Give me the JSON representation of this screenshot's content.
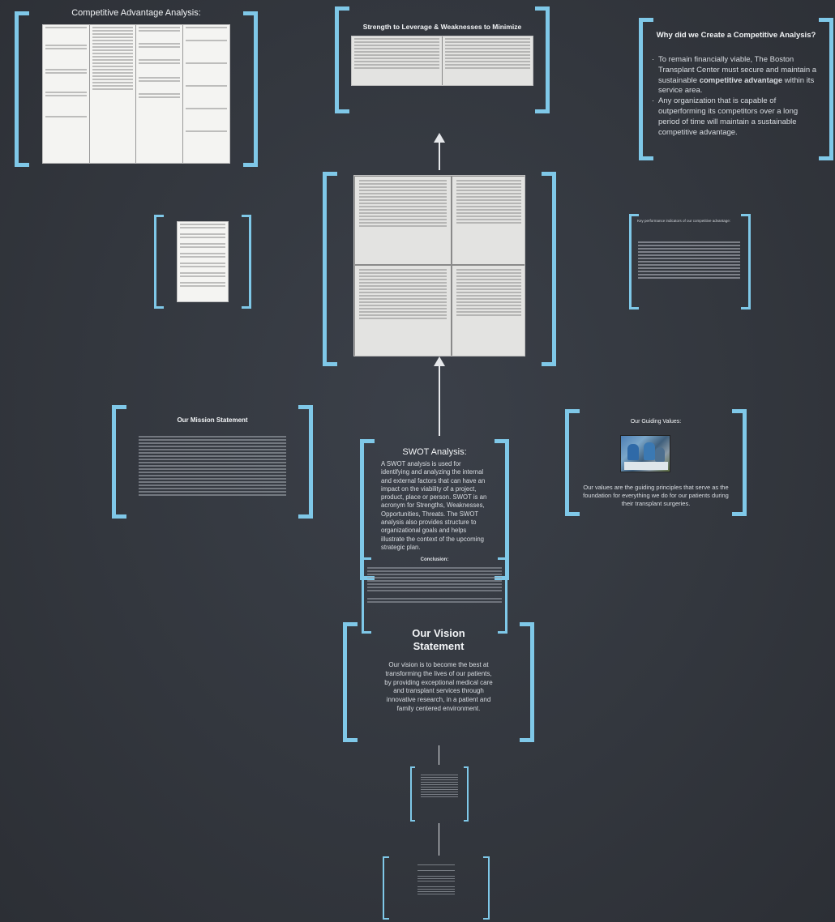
{
  "competitive_analysis": {
    "title": "Competitive Advantage Analysis:"
  },
  "strength_weakness": {
    "title": "Strength to Leverage & Weaknesses to Minimize"
  },
  "why_created": {
    "title": "Why did we Create a Competitive Analysis?",
    "bullets": [
      "To remain financially viable, The Boston Transplant Center must secure and maintain a sustainable",
      "Any organization that is capable of outperforming its competitors over a long period of time will maintain a sustainable competitive advantage."
    ],
    "bold_phrase": "competitive advantage",
    "after_bold": " within its service area."
  },
  "kpi": {
    "title": "Key performance indicators of our competitive advantage:"
  },
  "mission": {
    "title": "Our Mission Statement"
  },
  "swot": {
    "title": "SWOT Analysis:",
    "body": "A SWOT analysis is used for identifying and analyzing the internal and external factors that can have an impact on the viability of a project, product, place or person. SWOT is an acronym for Strengths, Weaknesses, Opportunities, Threats. The SWOT analysis also provides structure to organizational goals and helps illustrate the context of the upcoming strategic plan.",
    "overlap_label": "Conclusion:"
  },
  "values": {
    "title": "Our Guiding Values:",
    "body": "Our values are the guiding principles that serve as the foundation for everything we do for our patients during their transplant surgeries."
  },
  "vision": {
    "title": "Our Vision Statement",
    "body": "Our vision is to become the best at transforming the lives of our patients, by providing exceptional medical care and transplant services through innovative research, in a patient and family centered environment."
  },
  "colors": {
    "background": "#33373e",
    "bracket": "#7fc8e8",
    "text": "#e8eaee"
  }
}
